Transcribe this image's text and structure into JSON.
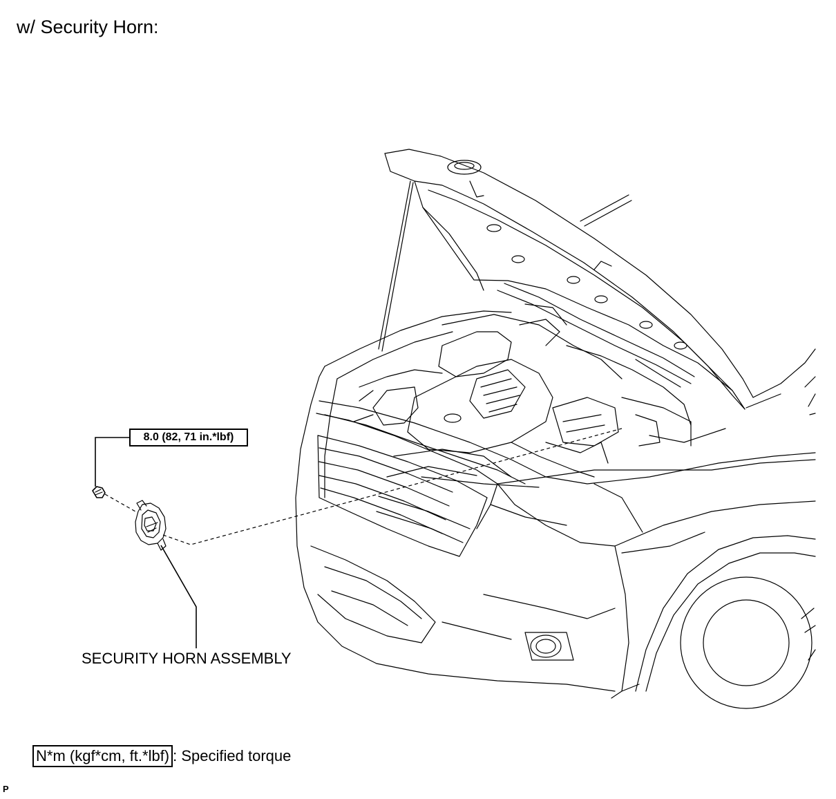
{
  "heading": "w/ Security Horn:",
  "torque_callout": "8.0 (82, 71 in.*lbf)",
  "part_label": "SECURITY HORN ASSEMBLY",
  "legend": {
    "unit_box": "N*m (kgf*cm, ft.*lbf)",
    "description": ": Specified torque"
  },
  "corner_mark": "P",
  "colors": {
    "line": "#000000",
    "background": "#ffffff"
  }
}
